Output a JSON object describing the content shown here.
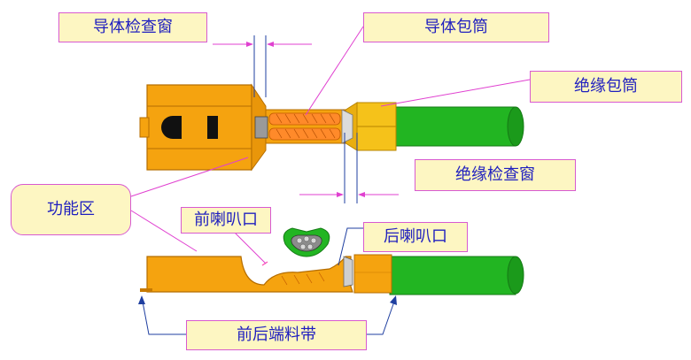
{
  "labels": {
    "conductor_window": "导体检查窗",
    "conductor_barrel": "导体包筒",
    "insulation_barrel": "绝缘包筒",
    "insulation_window": "绝缘检查窗",
    "functional_area": "功能区",
    "front_bellmouth": "前喇叭口",
    "rear_bellmouth": "后喇叭口",
    "carrier_cutoff": "前后端料带"
  },
  "colors": {
    "terminal": "#f5a30f",
    "terminal_dark": "#c77a00",
    "wire": "#22b522",
    "wire_dark": "#157a15",
    "callout_bg": "#fdf6c2",
    "callout_border": "#d85ad0",
    "text": "#1f1fbf",
    "leader": "#e040d0",
    "dim_line": "#1f3fa0"
  }
}
